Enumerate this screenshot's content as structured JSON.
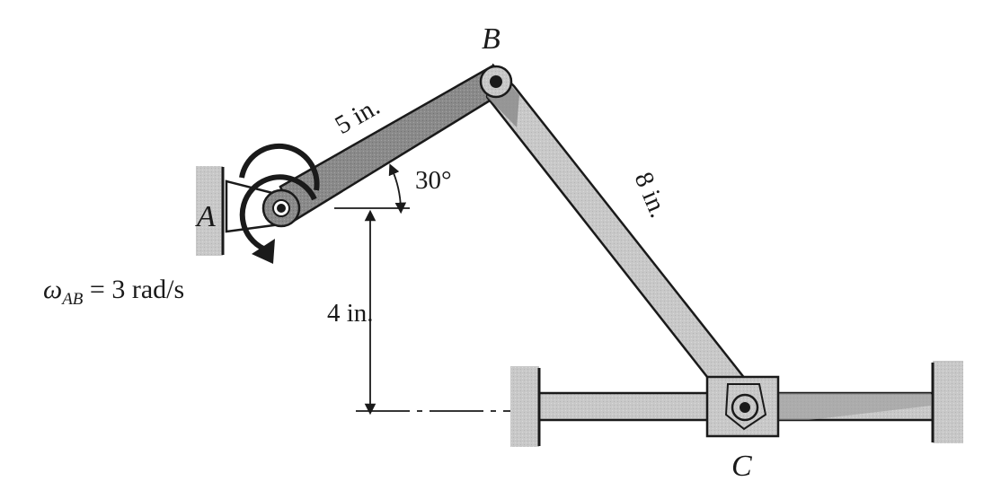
{
  "points": {
    "a": "A",
    "b": "B",
    "c": "C"
  },
  "dimensions": {
    "ab_length": "5 in.",
    "bc_length": "8 in.",
    "angle": "30°",
    "height": "4 in."
  },
  "omega": {
    "symbol": "ω",
    "subscript": "AB",
    "value": " = 3 rad/s"
  },
  "colors": {
    "link": "#c4c4c4",
    "link_dark": "#7e7e7e",
    "support": "#d2d2d2",
    "ink": "#1a1a1a"
  }
}
